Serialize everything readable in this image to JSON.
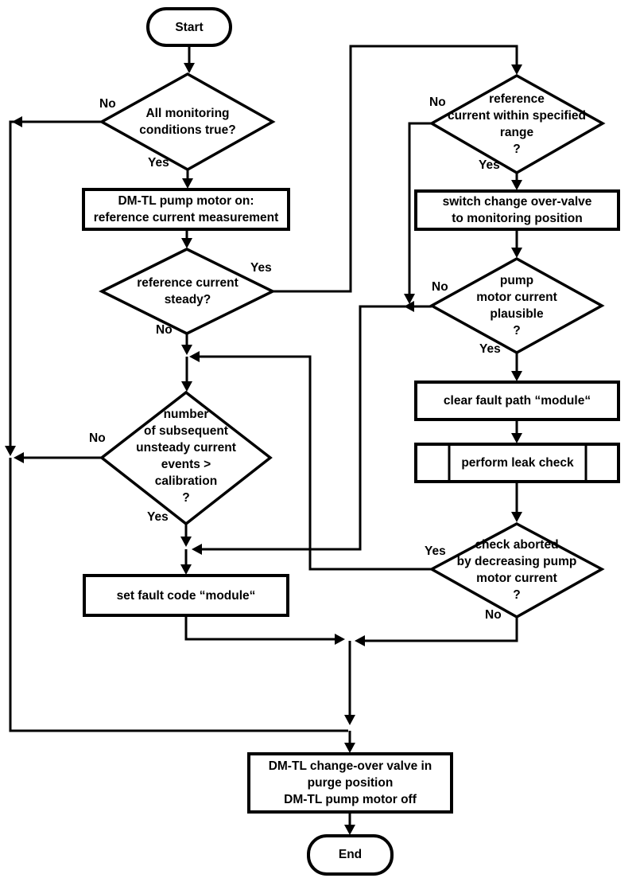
{
  "flowchart": {
    "colors": {
      "line": "#000000",
      "background": "#ffffff"
    },
    "nodes": {
      "start": "Start",
      "all_monitoring": "All monitoring\nconditions true?",
      "pump_motor_on": "DM-TL pump motor on:\nreference current measurement",
      "ref_current_steady": "reference current\nsteady?",
      "unsteady_events": "number\nof subsequent\nunsteady current\nevents >\ncalibration\n?",
      "set_fault_code": "set fault code “module“",
      "ref_current_range": "reference\ncurrent within specified\nrange\n?",
      "switch_valve": "switch change over-valve\nto monitoring position",
      "pump_current_plausible": "pump\nmotor current\nplausible\n?",
      "clear_fault_path": "clear fault path “module“",
      "perform_leak_check": "perform leak check",
      "check_aborted": "check aborted\nby decreasing pump\nmotor current\n?",
      "valve_purge": "DM-TL change-over valve in\npurge position\nDM-TL pump motor off",
      "end": "End"
    },
    "branch_labels": {
      "all_monitoring_no": "No",
      "all_monitoring_yes": "Yes",
      "ref_current_steady_yes": "Yes",
      "ref_current_steady_no": "No",
      "unsteady_events_no": "No",
      "unsteady_events_yes": "Yes",
      "ref_current_range_no": "No",
      "ref_current_range_yes": "Yes",
      "pump_current_plausible_no": "No",
      "pump_current_plausible_yes": "Yes",
      "check_aborted_yes": "Yes",
      "check_aborted_no": "No"
    }
  }
}
